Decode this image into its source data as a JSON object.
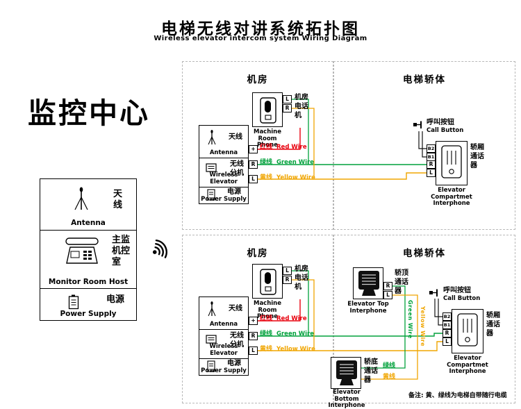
{
  "header": {
    "title": "电梯无线对讲系统拓扑图",
    "subtitle": "Wireless elevator intercom system Wiring Diagram"
  },
  "monitor_center": {
    "heading": "监控中心",
    "rows": [
      {
        "cn": "天线",
        "en": "Antenna"
      },
      {
        "cn": "主监机控室",
        "en": "Monitor Room Host"
      },
      {
        "cn": "电源",
        "en": "Power Supply"
      }
    ]
  },
  "section_labels": {
    "machine_room": "机房",
    "elevator_car": "电梯轿体"
  },
  "devices": {
    "machine_room_phone": {
      "cn": "机房电话机",
      "en": "Machine Room Phone"
    },
    "wireless_unit": {
      "antenna_cn": "天线",
      "antenna_en": "Antenna",
      "unit_cn": "无线分机",
      "unit_en": "Wireless Elevator",
      "power_cn": "电源",
      "power_en": "Power Supply"
    },
    "call_button": {
      "cn": "呼叫按钮",
      "en": "Call Button"
    },
    "compartment_interphone": {
      "cn": "轿厢通话器",
      "en": "Elevator Compartmet Interphone"
    },
    "top_interphone": {
      "cn": "轿顶通话器",
      "en": "Elevator Top Interphone"
    },
    "bottom_interphone": {
      "cn": "轿底通话器",
      "en": "Elevator Bottom Interphone"
    }
  },
  "wires": {
    "red": {
      "cn": "红线",
      "en": "Red Wire",
      "color": "#e8000d"
    },
    "green": {
      "cn": "绿线",
      "en": "Green Wire",
      "color": "#00a13b"
    },
    "yellow": {
      "cn": "黄线",
      "en": "Yellow Wire",
      "color": "#f0a500"
    }
  },
  "terminals": {
    "plus": "+",
    "r": "R",
    "l": "L",
    "b1": "B1",
    "b2": "B2"
  },
  "note": "备注: 黄、绿线为电梯自带随行电缆"
}
